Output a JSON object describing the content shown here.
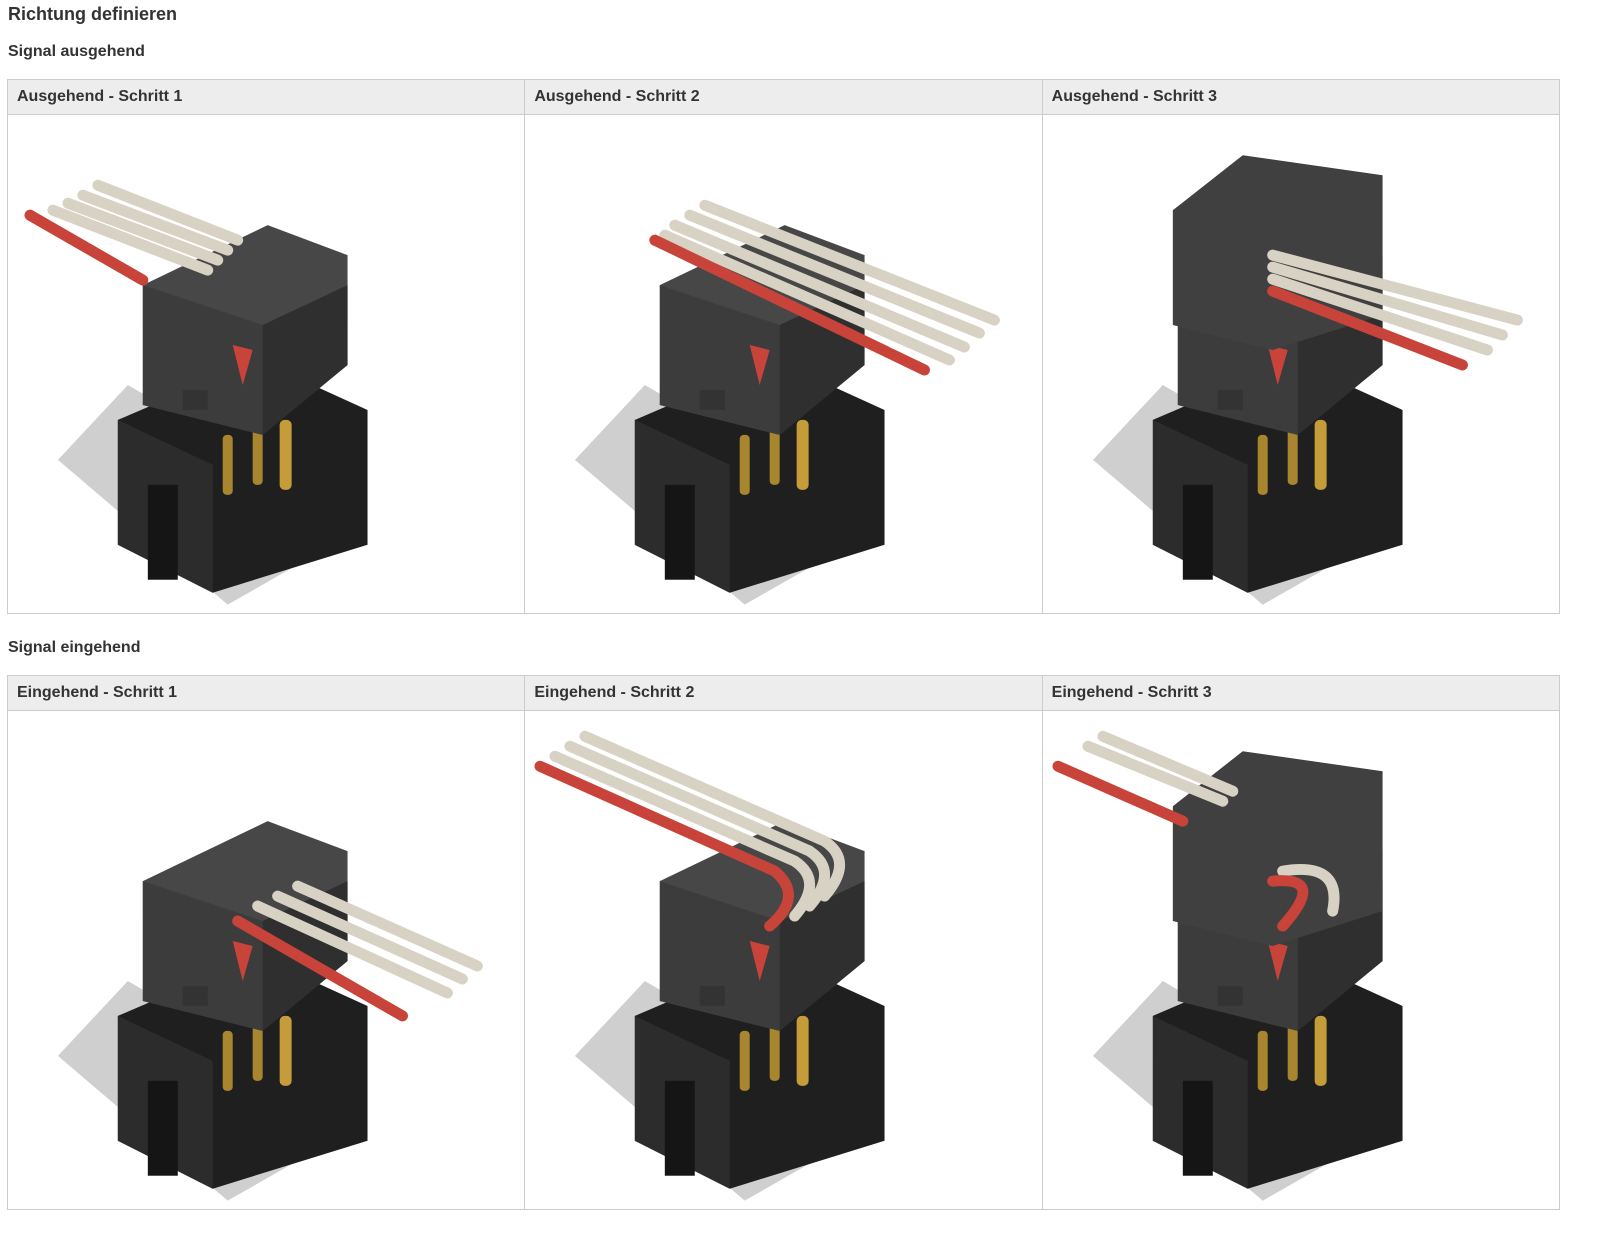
{
  "title": "Richtung definieren",
  "sections": [
    {
      "heading": "Signal ausgehend",
      "columns": [
        "Ausgehend - Schritt 1",
        "Ausgehend - Schritt 2",
        "Ausgehend - Schritt 3"
      ]
    },
    {
      "heading": "Signal eingehend",
      "columns": [
        "Eingehend - Schritt 1",
        "Eingehend - Schritt 2",
        "Eingehend - Schritt 3"
      ]
    }
  ],
  "colors": {
    "cable": "#d8d2c4",
    "cable_red": "#c8443a",
    "housing": "#3a3a3a",
    "base": "#262626"
  }
}
